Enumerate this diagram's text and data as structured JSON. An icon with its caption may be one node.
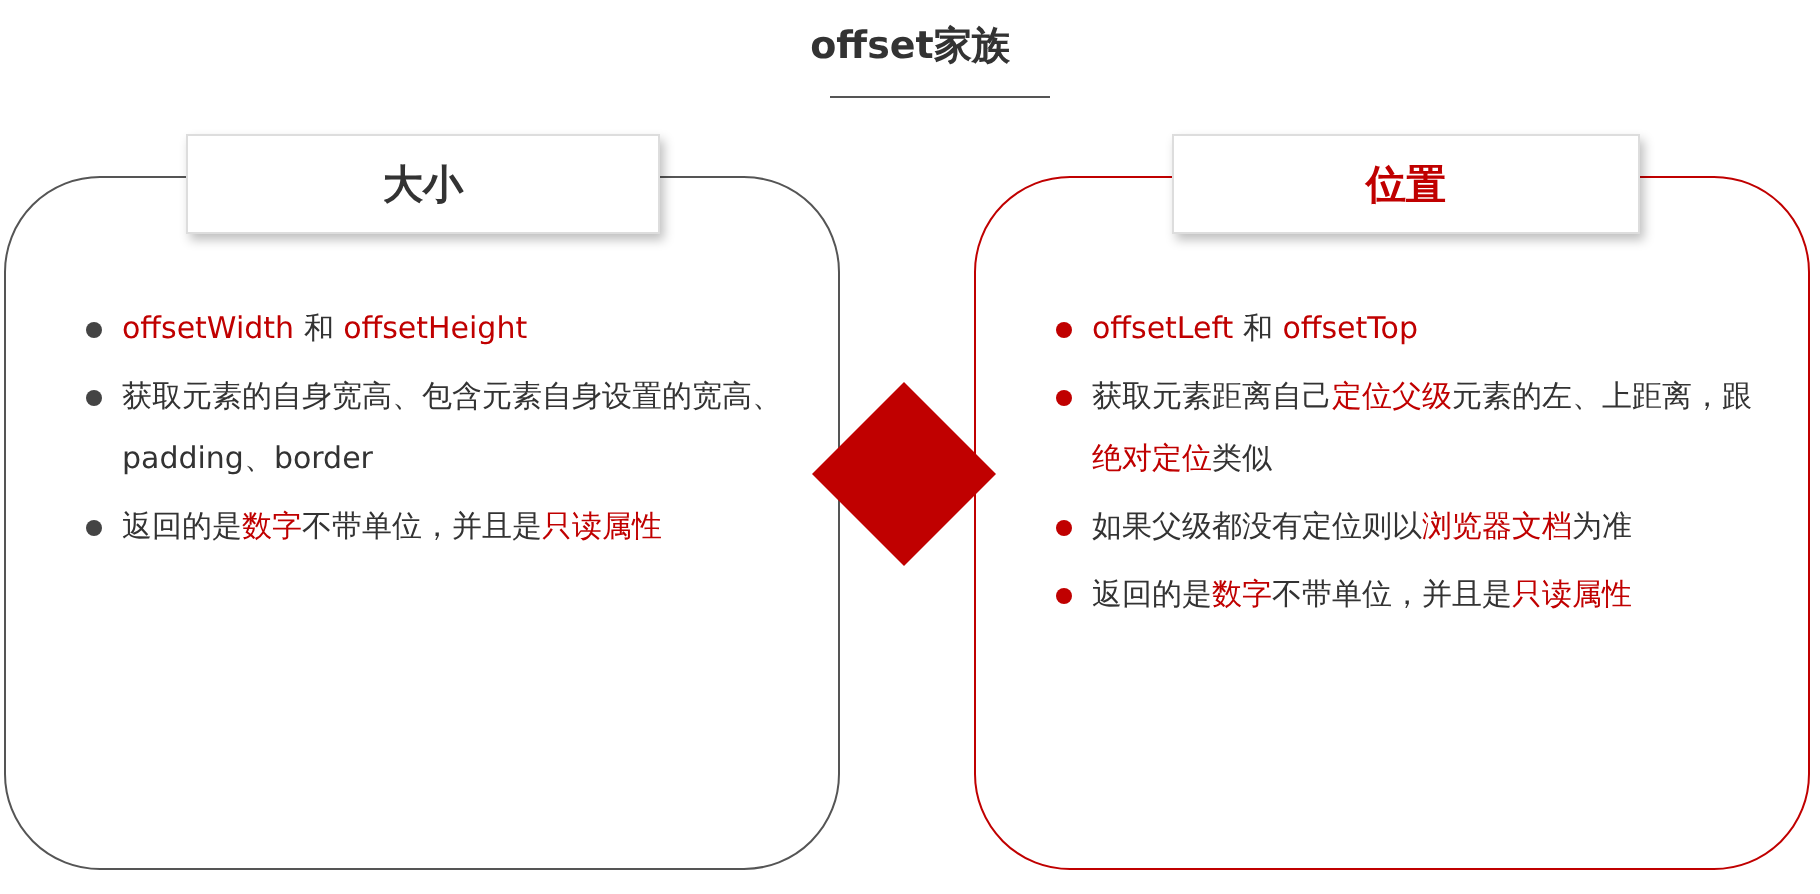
{
  "diagram": {
    "title": "offset家族",
    "nodes": [
      {
        "text": [
          "大小",
          "**offsetWidth** 和 **offsetHeight**",
          "获取元素的自身宽高、包含元素自身设置的宽高、padding、border",
          "返回的是**数字**不带单位，并且是**只读属性**"
        ]
      },
      {
        "text": [],
        "shape": "diamond"
      },
      {
        "text": [
          "位置",
          "**offsetLeft** 和 **offsetTop**",
          "获取元素距离自己**定位父级**元素的左、上距离，跟**绝对定位**类似",
          "如果父级都没有定位则以**浏览器文档**为准",
          "返回的是**数字**不带单位，并且是**只读属性**"
        ]
      }
    ]
  }
}
